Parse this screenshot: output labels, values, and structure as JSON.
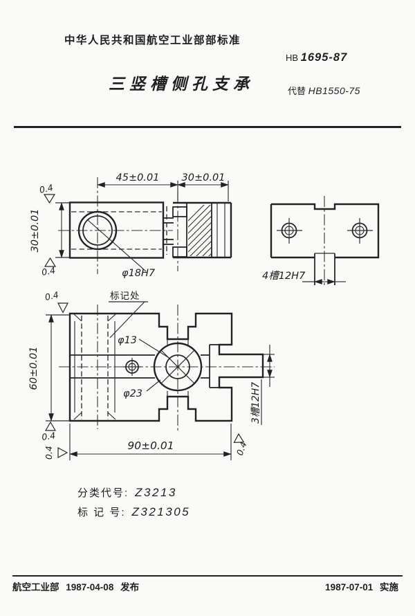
{
  "header": {
    "org": "中华人民共和国航空工业部部标准",
    "code_prefix": "HB",
    "code_number": "1695-87",
    "title": "三竖槽侧孔支承",
    "supersedes_prefix": "代替",
    "supersedes_code": "HB1550-75"
  },
  "front_view": {
    "dim_width_left": "45±0.01",
    "dim_width_right": "30±0.01",
    "dim_height": "30±0.01",
    "roughness_top": "0.4",
    "roughness_bottom": "0.4",
    "bore_label": "φ18H7"
  },
  "side_view": {
    "slot_label": "4槽12H7"
  },
  "top_view": {
    "marking_label": "标记处",
    "small_bore_label": "φ13",
    "large_bore_label": "φ23",
    "dim_height": "60±0.01",
    "dim_width": "90±0.01",
    "slot_label": "3槽12H7",
    "roughness_top": "0.4",
    "roughness_bottom_left": "0.4",
    "roughness_dim_left": "0.4",
    "roughness_bottom_right": "0.4"
  },
  "codes": {
    "class_label": "分类代号:",
    "class_value": "Z3213",
    "mark_label": "标 记 号:",
    "mark_value": "Z321305"
  },
  "footer": {
    "issuer": "航空工业部",
    "publish_date": "1987-04-08",
    "publish_label": "发布",
    "implement_date": "1987-07-01",
    "implement_label": "实施"
  }
}
